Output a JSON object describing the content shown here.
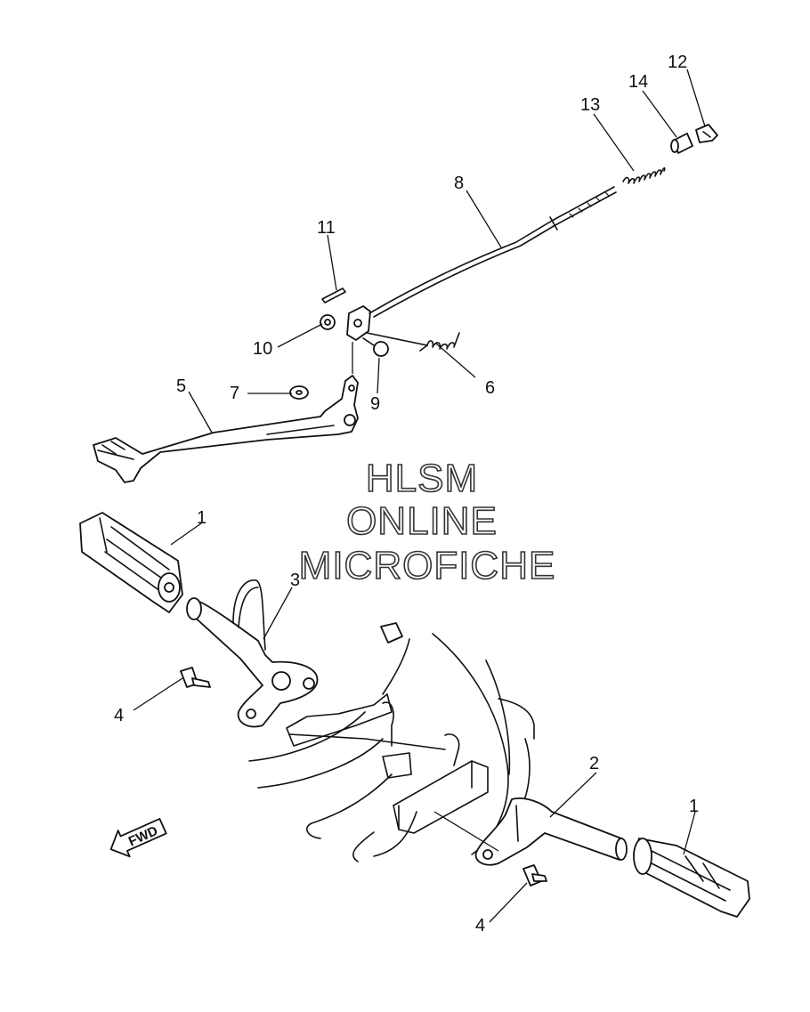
{
  "callouts": {
    "c1a": "1",
    "c1b": "1",
    "c2": "2",
    "c3": "3",
    "c4a": "4",
    "c4b": "4",
    "c5": "5",
    "c6": "6",
    "c7": "7",
    "c8": "8",
    "c9": "9",
    "c10": "10",
    "c11": "11",
    "c12": "12",
    "c13": "13",
    "c14": "14"
  },
  "watermark": {
    "line1": "HLSM",
    "line2": "ONLINE",
    "line3": "MICROFICHE"
  },
  "direction_arrow": {
    "label": "FWD"
  }
}
